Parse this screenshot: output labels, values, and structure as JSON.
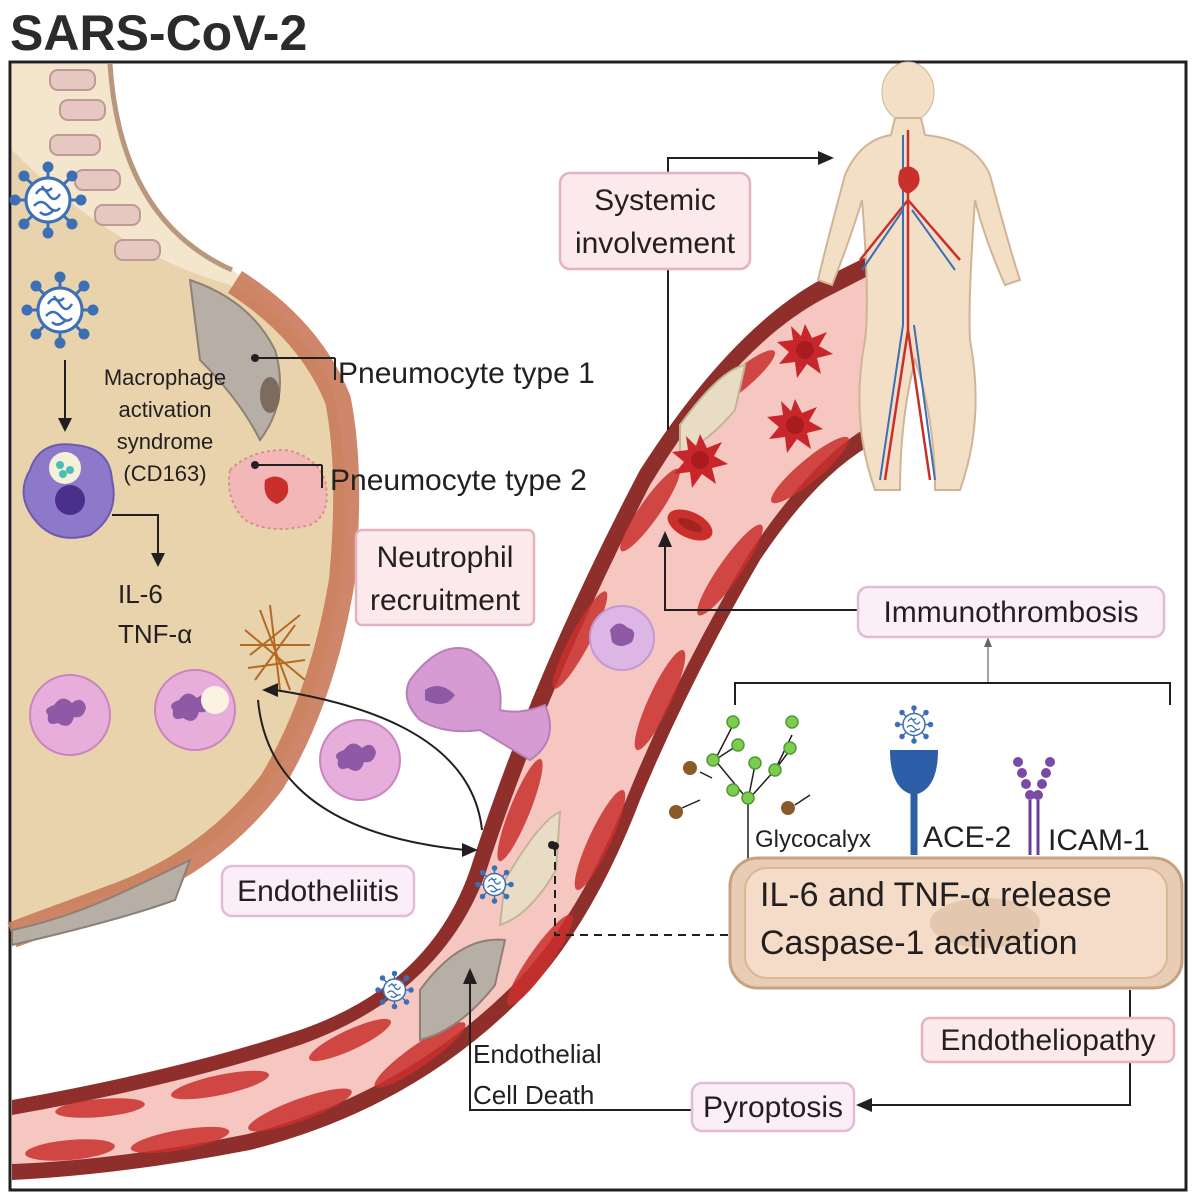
{
  "title": "SARS-CoV-2",
  "labels": {
    "pneumocyte_type_1": "Pneumocyte type 1",
    "pneumocyte_type_2": "Pneumocyte type 2",
    "macrophage_line1": "Macrophage",
    "macrophage_line2": "activation",
    "macrophage_line3": "syndrome",
    "macrophage_line4": "(CD163)",
    "il6": "IL-6",
    "tnfa": "TNF-α",
    "systemic_line1": "Systemic",
    "systemic_line2": "involvement",
    "neutrophil_line1": "Neutrophil",
    "neutrophil_line2": "recruitment",
    "immunothrombosis": "Immunothrombosis",
    "glycocalyx": "Glycocalyx",
    "ace2": "ACE-2",
    "icam1": "ICAM-1",
    "release_line1": "IL-6 and TNF-α release",
    "release_line2": "Caspase-1 activation",
    "endotheliitis": "Endotheliitis",
    "endotheliopathy": "Endotheliopathy",
    "endothelial_death_line1": "Endothelial",
    "endothelial_death_line2": "Cell Death",
    "pyroptosis": "Pyroptosis"
  },
  "colors": {
    "alveolus_fill": "#e9d3ad",
    "alveolus_wall": "#c97a5a",
    "vessel_wall": "#8e2f2c",
    "vessel_lumen": "#f6c6c1",
    "rbc": "#c9302c",
    "platelet": "#c8262a",
    "neutrophil": "#e3a2d6",
    "neutrophil_nucleus": "#8e5aa6",
    "macrophage": "#8d79c9",
    "virus": "#3d6fb5",
    "glycocalyx": "#7ccc52",
    "label_box": "#fbe9ec"
  },
  "icons": [
    "virus-icon",
    "macrophage-icon",
    "neutrophil-icon",
    "platelet-icon",
    "red-blood-cell-icon",
    "human-body-icon",
    "ace2-receptor-icon",
    "icam1-receptor-icon",
    "glycocalyx-icon",
    "net-icon"
  ]
}
